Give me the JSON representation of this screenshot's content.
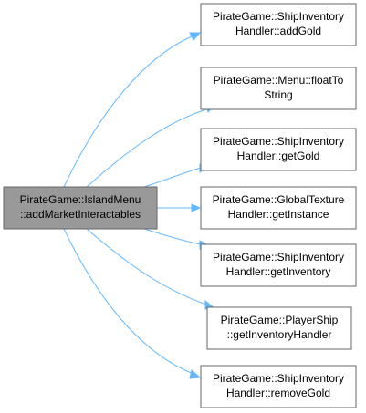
{
  "root": {
    "line1": "PirateGame::IslandMenu",
    "line2": "::addMarketInteractables"
  },
  "callees": [
    {
      "line1": "PirateGame::ShipInventory",
      "line2": "Handler::addGold"
    },
    {
      "line1": "PirateGame::Menu::floatTo",
      "line2": "String"
    },
    {
      "line1": "PirateGame::ShipInventory",
      "line2": "Handler::getGold"
    },
    {
      "line1": "PirateGame::GlobalTexture",
      "line2": "Handler::getInstance"
    },
    {
      "line1": "PirateGame::ShipInventory",
      "line2": "Handler::getInventory"
    },
    {
      "line1": "PirateGame::PlayerShip",
      "line2": "::getInventoryHandler"
    },
    {
      "line1": "PirateGame::ShipInventory",
      "line2": "Handler::removeGold"
    }
  ],
  "colors": {
    "edge": "#63b8ff",
    "root_fill": "#999999",
    "node_border": "#666666"
  }
}
